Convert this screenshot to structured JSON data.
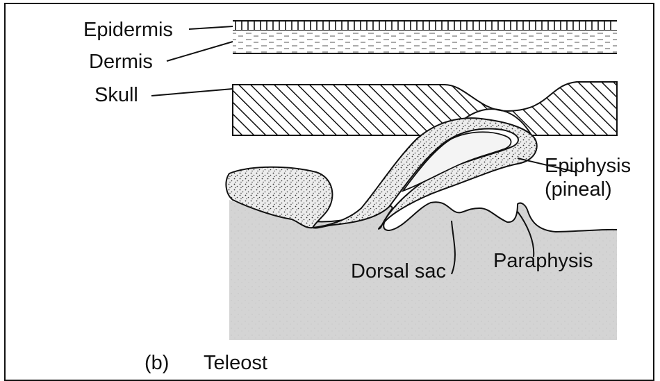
{
  "labels": {
    "epidermis": "Epidermis",
    "dermis": "Dermis",
    "skull": "Skull",
    "epiphysis_line1": "Epiphysis",
    "epiphysis_line2": "(pineal)",
    "dorsal_sac": "Dorsal sac",
    "paraphysis": "Paraphysis"
  },
  "caption": {
    "letter": "(b)",
    "title": "Teleost"
  },
  "colors": {
    "ink": "#111111",
    "brain_fill": "#d6d6d6",
    "stipple": "#444444",
    "background": "#ffffff"
  }
}
